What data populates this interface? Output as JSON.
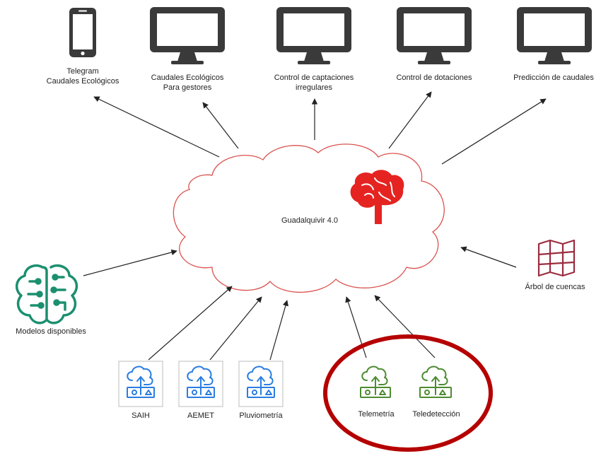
{
  "outputs": [
    {
      "id": "telegram",
      "lines": [
        "Telegram",
        "Caudales Ecológicos"
      ],
      "device": "phone-icon"
    },
    {
      "id": "gestores",
      "lines": [
        "Caudales Ecológicos",
        "Para gestores"
      ],
      "device": "monitor-icon"
    },
    {
      "id": "captaciones",
      "lines": [
        "Control de captaciones",
        "irregulares"
      ],
      "device": "monitor-icon"
    },
    {
      "id": "dotaciones",
      "lines": [
        "Control de dotaciones"
      ],
      "device": "monitor-icon"
    },
    {
      "id": "prediccion",
      "lines": [
        "Predicción de caudales"
      ],
      "device": "monitor-icon"
    }
  ],
  "center": {
    "label": "Guadalquivir 4.0",
    "icon": "brain-icon"
  },
  "left": {
    "label": "Modelos disponibles",
    "icon": "ml-brain-icon"
  },
  "right": {
    "label": "Árbol de cuencas",
    "icon": "map-icon"
  },
  "inputs": [
    {
      "id": "saih",
      "label": "SAIH",
      "icon": "cloud-upload-icon"
    },
    {
      "id": "aemet",
      "label": "AEMET",
      "icon": "cloud-upload-icon"
    },
    {
      "id": "pluviometria",
      "label": "Pluviometría",
      "icon": "cloud-upload-icon"
    },
    {
      "id": "telemetria",
      "label": "Telemetría",
      "icon": "cloud-upload-icon"
    },
    {
      "id": "teledeteccion",
      "label": "Teledetección",
      "icon": "cloud-upload-icon"
    }
  ],
  "colors": {
    "cloud_stroke": "#d9534f",
    "brain": "#e52421",
    "device": "#3a3a3a",
    "ml": "#1b8f6f",
    "map": "#9b2c3f",
    "input_blue": "#2a7de1",
    "input_green": "#4d8b31",
    "highlight": "#b50000",
    "arrow": "#222222"
  }
}
